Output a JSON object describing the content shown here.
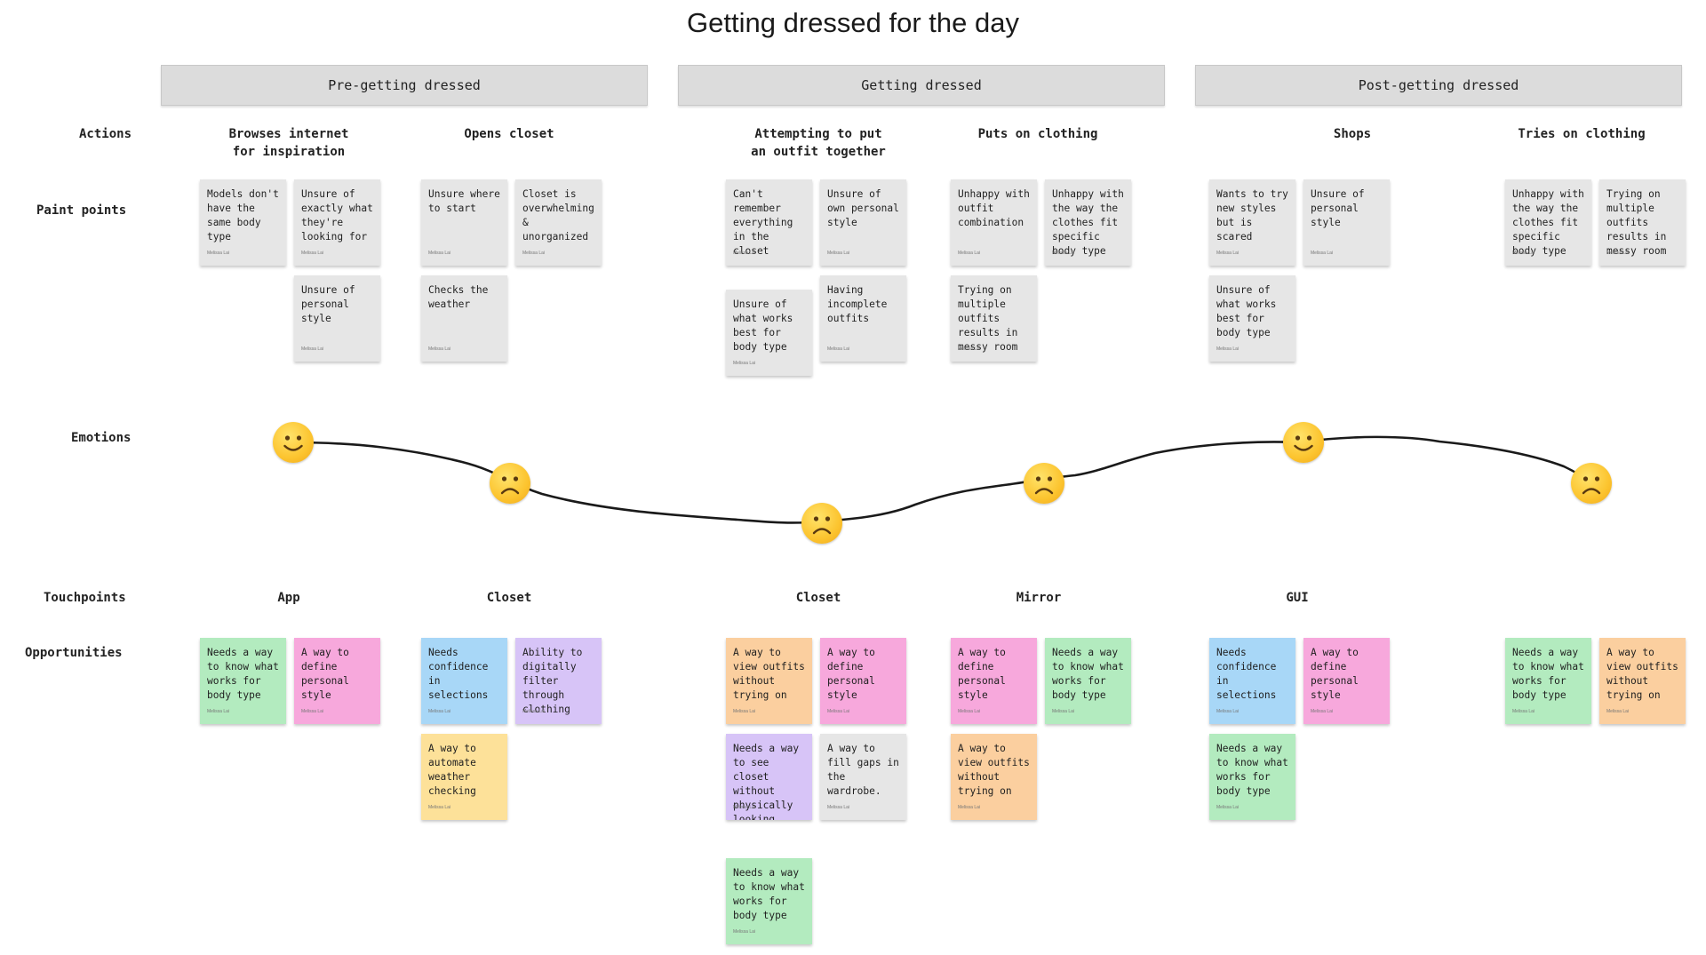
{
  "title": "Getting dressed for the day",
  "phases": [
    "Pre-getting dressed",
    "Getting dressed",
    "Post-getting dressed"
  ],
  "row_labels": {
    "actions": "Actions",
    "pain_points": "Paint points",
    "emotions": "Emotions",
    "touchpoints": "Touchpoints",
    "opportunities": "Opportunities"
  },
  "actions": [
    "Browses internet\nfor inspiration",
    "Opens closet",
    "Attempting to put\nan outfit together",
    "Puts on clothing",
    "Shops",
    "Tries on clothing"
  ],
  "sticky_author": "Melissa Lai",
  "pain_points": [
    {
      "text": "Models don't have the same body type",
      "color": "gray"
    },
    {
      "text": "Unsure of exactly what they're looking for",
      "color": "gray"
    },
    {
      "text": "Unsure of personal style",
      "color": "gray"
    },
    {
      "text": "Unsure where to start",
      "color": "gray"
    },
    {
      "text": "Closet is overwhelming & unorganized",
      "color": "gray"
    },
    {
      "text": "Checks the weather",
      "color": "gray"
    },
    {
      "text": "Can't remember everything in the closet",
      "color": "gray"
    },
    {
      "text": "Unsure of own personal style",
      "color": "gray"
    },
    {
      "text": "Unsure of what works best for body type",
      "color": "gray"
    },
    {
      "text": "Having incomplete outfits",
      "color": "gray"
    },
    {
      "text": "Unhappy with outfit combination",
      "color": "gray"
    },
    {
      "text": "Unhappy with the way the clothes fit specific body type",
      "color": "gray"
    },
    {
      "text": "Trying on multiple outfits results in messy room",
      "color": "gray"
    },
    {
      "text": "Wants to try new styles but is scared",
      "color": "gray"
    },
    {
      "text": "Unsure of personal style",
      "color": "gray"
    },
    {
      "text": "Unsure of what works best for body type",
      "color": "gray"
    },
    {
      "text": "Unhappy with the way the clothes fit specific body type",
      "color": "gray"
    },
    {
      "text": "Trying on multiple outfits results in messy room",
      "color": "gray"
    }
  ],
  "emotions": [
    "happy",
    "sad",
    "sad",
    "sad",
    "happy",
    "sad"
  ],
  "touchpoints": [
    "App",
    "Closet",
    "Closet",
    "Mirror",
    "GUI"
  ],
  "opportunities": [
    {
      "text": "Needs a way to know what works for body type",
      "color": "green"
    },
    {
      "text": "A way to define personal style",
      "color": "pink"
    },
    {
      "text": "Needs confidence in selections",
      "color": "blue"
    },
    {
      "text": "Ability to digitally filter through clothing",
      "color": "purple"
    },
    {
      "text": "A way to automate weather checking",
      "color": "yellow"
    },
    {
      "text": "A way to view outfits without trying on",
      "color": "orange"
    },
    {
      "text": "A way to define personal style",
      "color": "pink"
    },
    {
      "text": "Needs a way to see closet without physically looking",
      "color": "purple"
    },
    {
      "text": "A way to fill gaps in the wardrobe.",
      "color": "gray"
    },
    {
      "text": "Needs a way to know what works for body type",
      "color": "green"
    },
    {
      "text": "A way to define personal style",
      "color": "pink"
    },
    {
      "text": "Needs a way to know what works for body type",
      "color": "green"
    },
    {
      "text": "A way to view outfits without trying on",
      "color": "orange"
    },
    {
      "text": "Needs confidence in selections",
      "color": "blue"
    },
    {
      "text": "A way to define personal style",
      "color": "pink"
    },
    {
      "text": "Needs a way to know what works for body type",
      "color": "green"
    },
    {
      "text": "Needs a way to know what works for body type",
      "color": "green"
    },
    {
      "text": "A way to view outfits without trying on",
      "color": "orange"
    }
  ]
}
